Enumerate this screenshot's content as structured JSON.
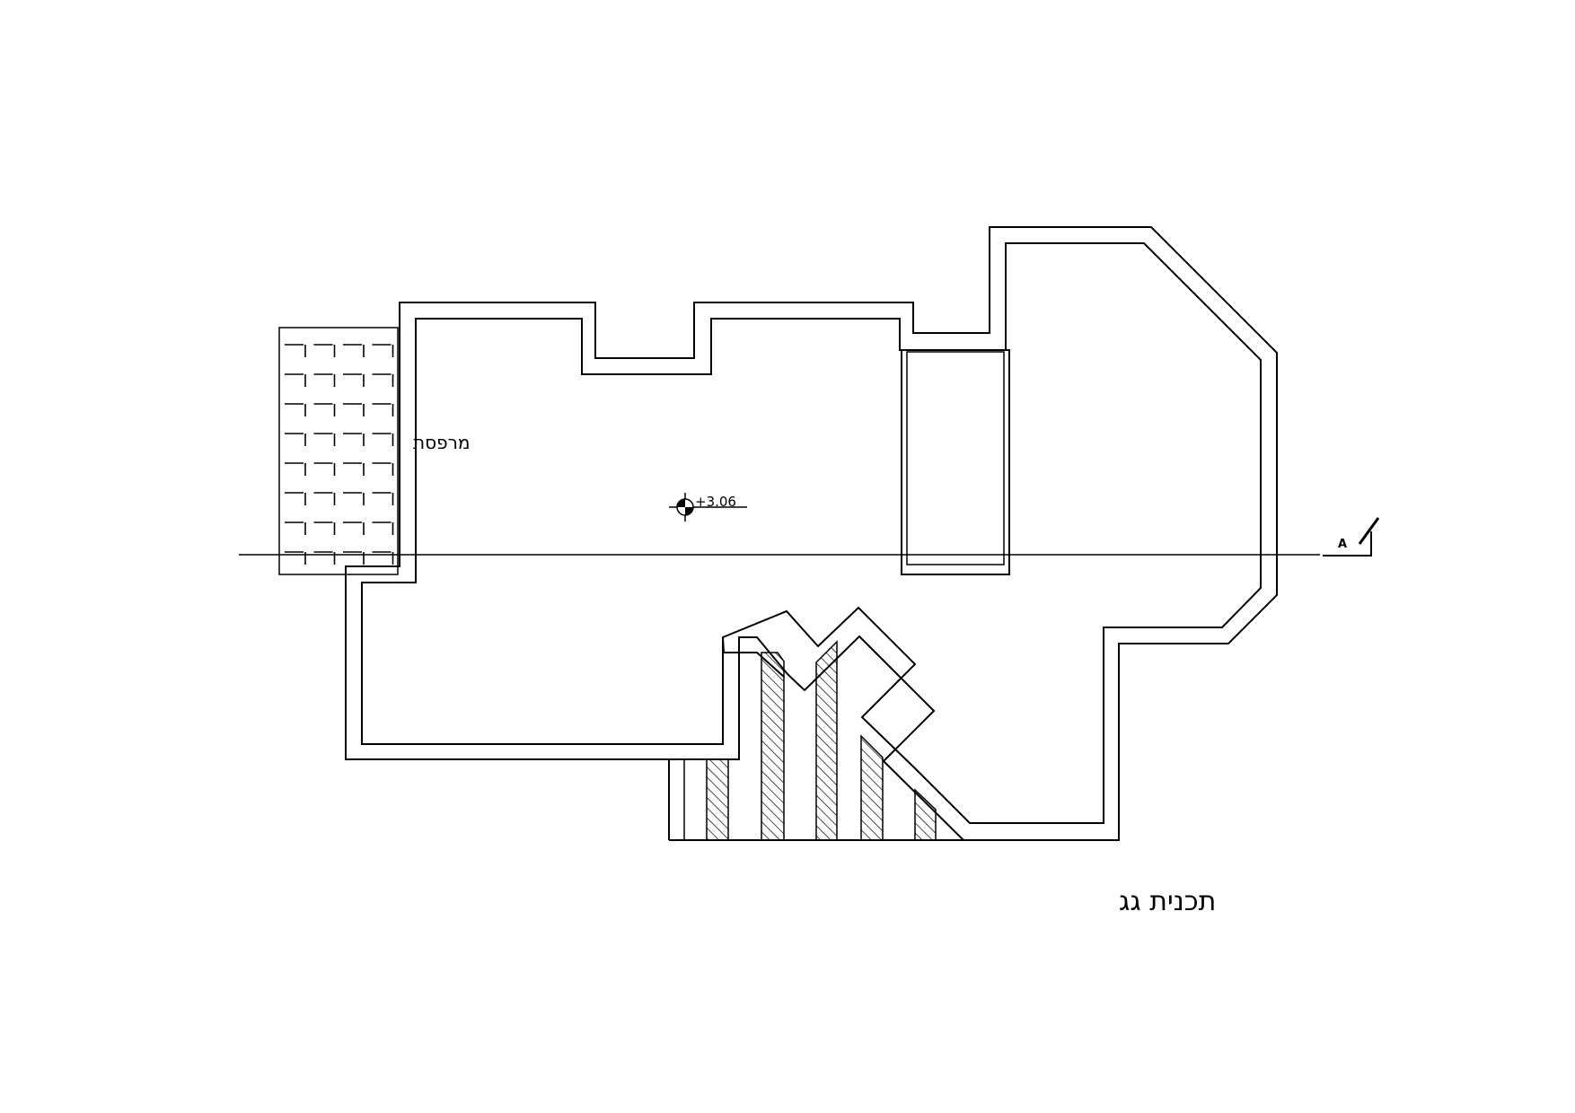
{
  "drawing": {
    "title": "תכנית גג",
    "terrace_label": "מרפסת",
    "elevation": "+3.06",
    "section_mark": "A"
  },
  "colors": {
    "line": "#000000",
    "background": "#ffffff"
  }
}
